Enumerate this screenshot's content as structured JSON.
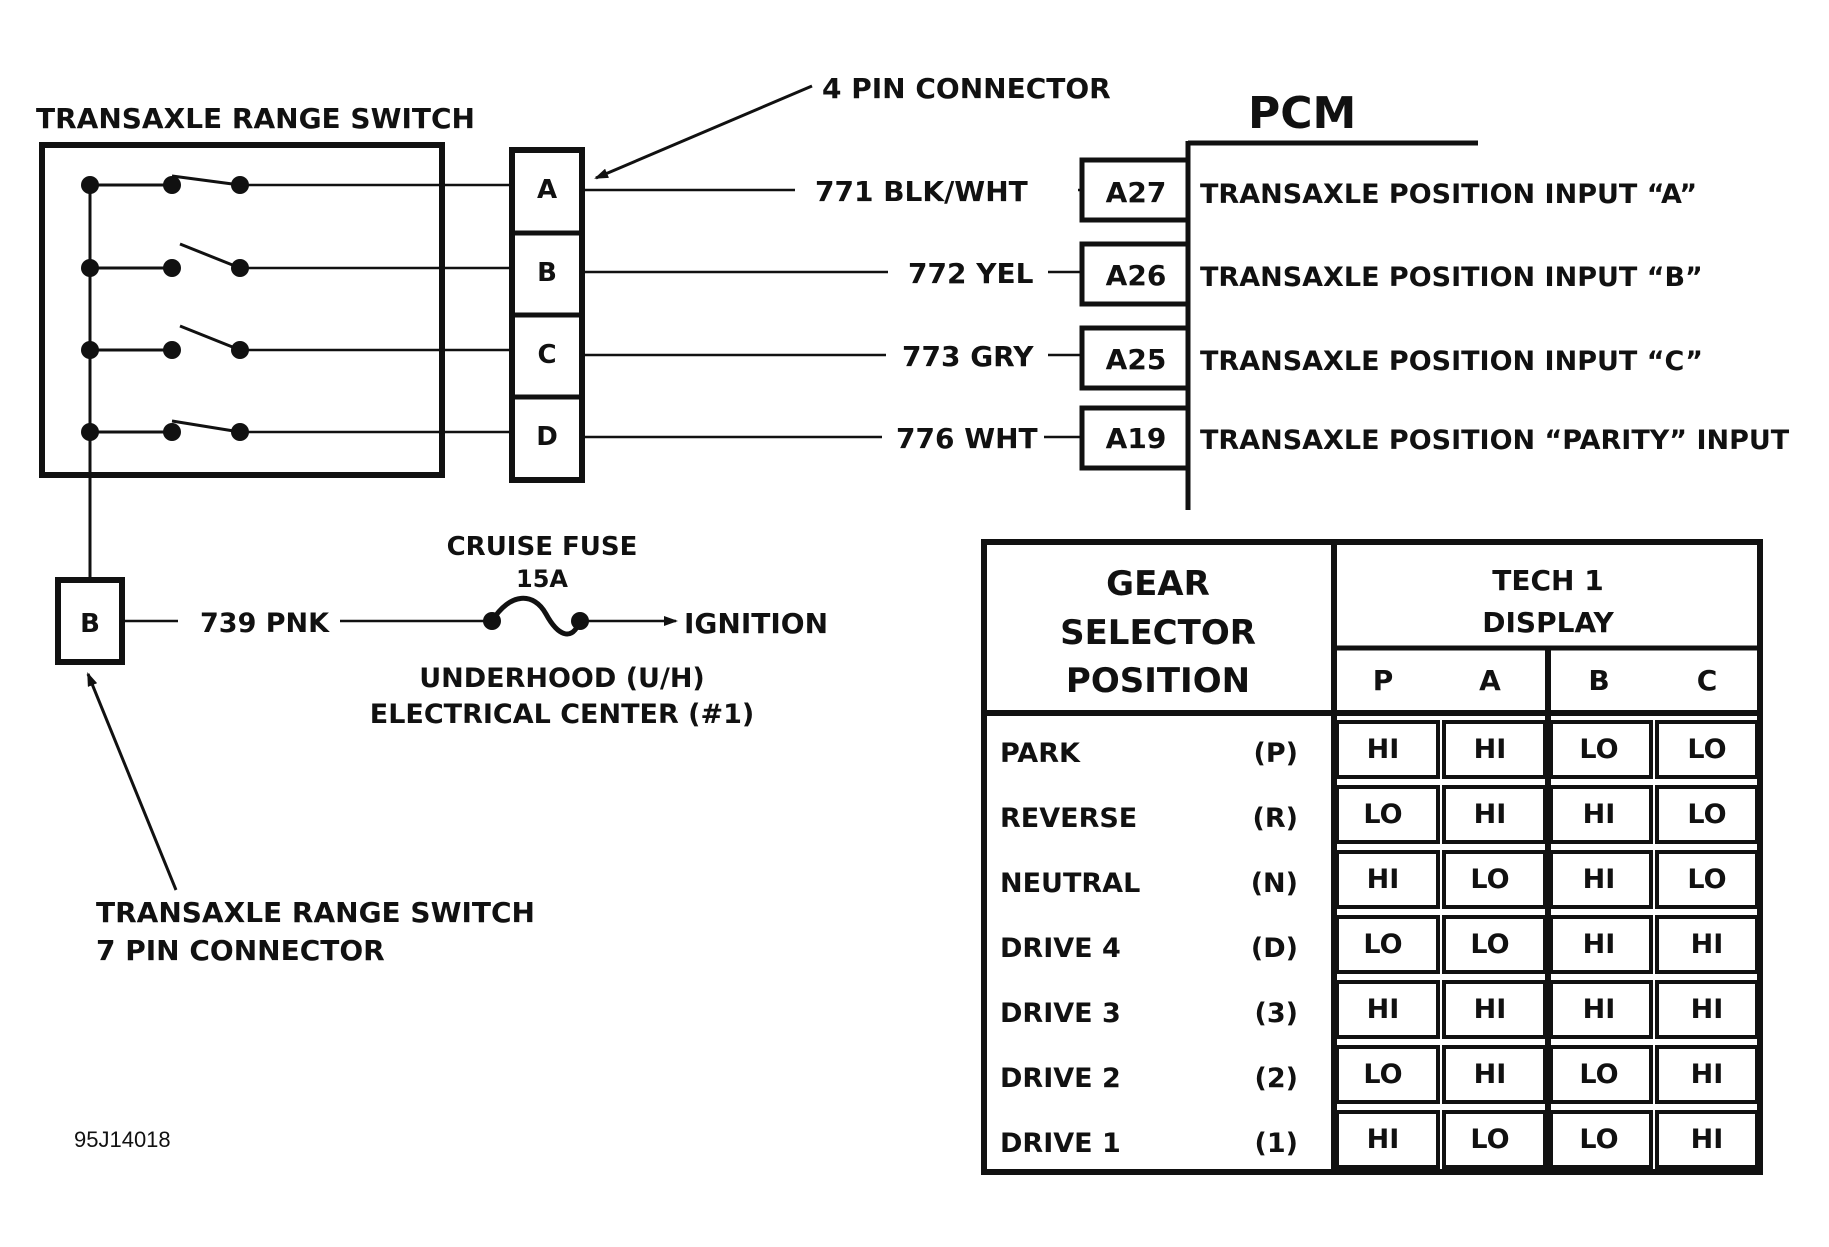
{
  "switch": {
    "title": "TRANSAXLE RANGE SWITCH",
    "connector_label_line1": "TRANSAXLE RANGE SWITCH",
    "connector_label_line2": "7 PIN CONNECTOR",
    "b_pin": "B"
  },
  "connector4": {
    "title": "4 PIN CONNECTOR",
    "pins": [
      "A",
      "B",
      "C",
      "D"
    ]
  },
  "wires": [
    {
      "label": "771 BLK/WHT",
      "pcm_pin": "A27",
      "input": "TRANSAXLE POSITION INPUT “A”"
    },
    {
      "label": "772 YEL",
      "pcm_pin": "A26",
      "input": "TRANSAXLE POSITION INPUT “B”"
    },
    {
      "label": "773 GRY",
      "pcm_pin": "A25",
      "input": "TRANSAXLE POSITION INPUT “C”"
    },
    {
      "label": "776 WHT",
      "pcm_pin": "A19",
      "input": "TRANSAXLE POSITION “PARITY” INPUT"
    }
  ],
  "pcm": {
    "title": "PCM"
  },
  "power": {
    "wire_label": "739 PNK",
    "fuse_line1": "CRUISE FUSE",
    "fuse_line2": "15A",
    "ignition": "IGNITION",
    "center_line1": "UNDERHOOD (U/H)",
    "center_line2": "ELECTRICAL CENTER (#1)"
  },
  "figure_id": "95J14018",
  "table": {
    "header_left": [
      "GEAR",
      "SELECTOR",
      "POSITION"
    ],
    "header_right": [
      "TECH 1",
      "DISPLAY"
    ],
    "columns": [
      "P",
      "A",
      "B",
      "C"
    ],
    "rows": [
      {
        "name": "PARK",
        "code": "(P)",
        "values": [
          "HI",
          "HI",
          "LO",
          "LO"
        ]
      },
      {
        "name": "REVERSE",
        "code": "(R)",
        "values": [
          "LO",
          "HI",
          "HI",
          "LO"
        ]
      },
      {
        "name": "NEUTRAL",
        "code": "(N)",
        "values": [
          "HI",
          "LO",
          "HI",
          "LO"
        ]
      },
      {
        "name": "DRIVE 4",
        "code": "(D)",
        "values": [
          "LO",
          "LO",
          "HI",
          "HI"
        ]
      },
      {
        "name": "DRIVE 3",
        "code": "(3)",
        "values": [
          "HI",
          "HI",
          "HI",
          "HI"
        ]
      },
      {
        "name": "DRIVE 2",
        "code": "(2)",
        "values": [
          "LO",
          "HI",
          "LO",
          "HI"
        ]
      },
      {
        "name": "DRIVE 1",
        "code": "(1)",
        "values": [
          "HI",
          "LO",
          "LO",
          "HI"
        ]
      }
    ]
  }
}
